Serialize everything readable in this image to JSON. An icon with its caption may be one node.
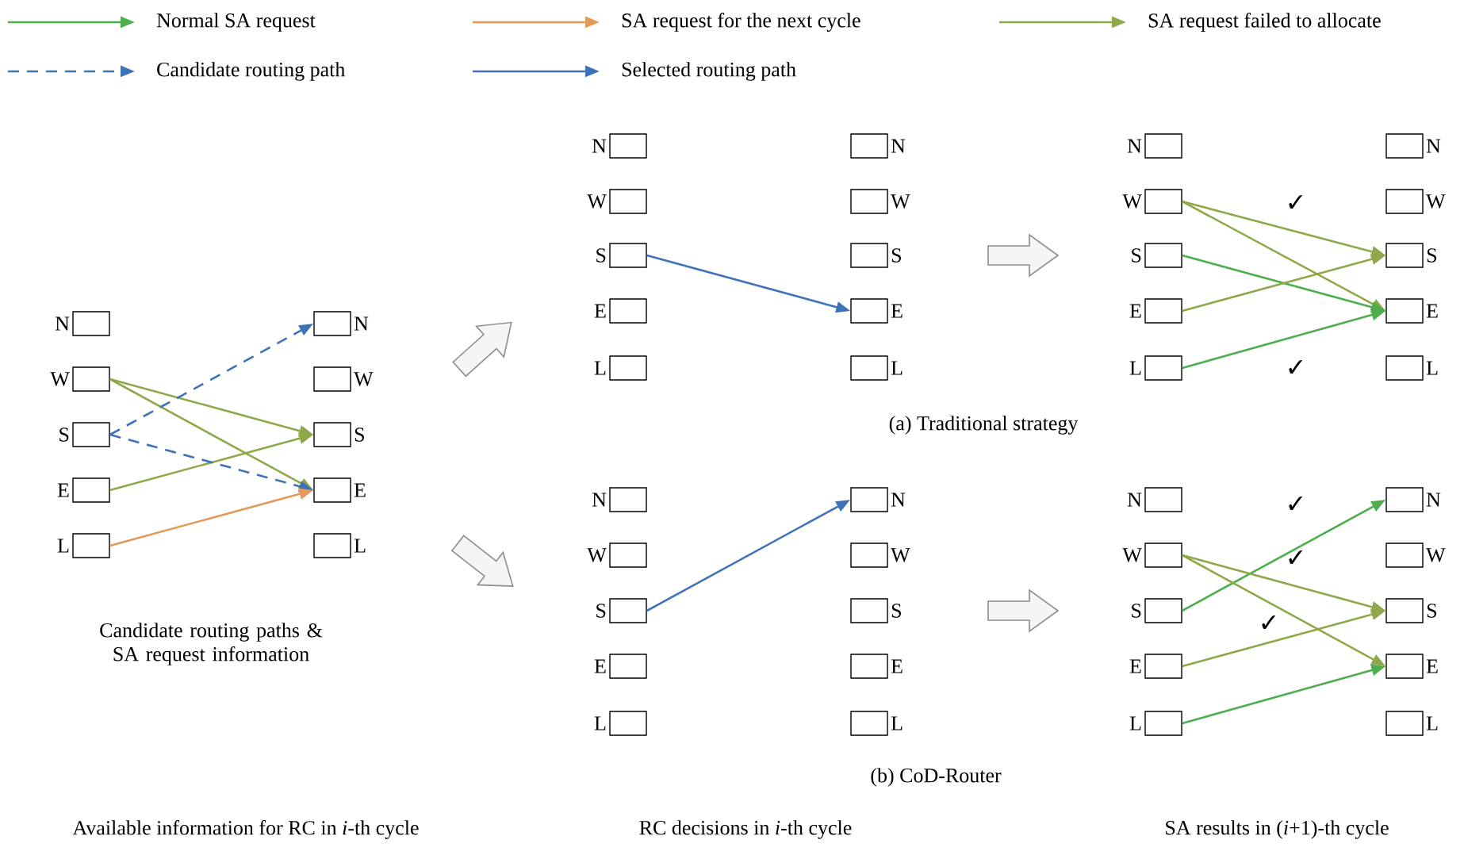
{
  "diagram": {
    "nodes": [
      {
        "text": [
          "N"
        ]
      },
      {
        "text": [
          "W"
        ]
      },
      {
        "text": [
          "S"
        ]
      },
      {
        "text": [
          "E"
        ]
      },
      {
        "text": [
          "L"
        ]
      },
      {
        "text": [
          "N"
        ]
      },
      {
        "text": [
          "W"
        ]
      },
      {
        "text": [
          "S"
        ]
      },
      {
        "text": [
          "E"
        ]
      },
      {
        "text": [
          "L"
        ]
      },
      {
        "text": [
          "N"
        ]
      },
      {
        "text": [
          "W"
        ]
      },
      {
        "text": [
          "S"
        ]
      },
      {
        "text": [
          "E"
        ]
      },
      {
        "text": [
          "L"
        ]
      },
      {
        "text": [
          "N"
        ]
      },
      {
        "text": [
          "W"
        ]
      },
      {
        "text": [
          "S"
        ]
      },
      {
        "text": [
          "E"
        ]
      },
      {
        "text": [
          "L"
        ]
      },
      {
        "text": [
          "N"
        ]
      },
      {
        "text": [
          "W"
        ]
      },
      {
        "text": [
          "S"
        ]
      },
      {
        "text": [
          "E"
        ]
      },
      {
        "text": [
          "L"
        ]
      },
      {
        "text": [
          "N"
        ]
      },
      {
        "text": [
          "W"
        ]
      },
      {
        "text": [
          "S"
        ]
      },
      {
        "text": [
          "E"
        ]
      },
      {
        "text": [
          "L"
        ]
      },
      {
        "text": [
          "N"
        ]
      },
      {
        "text": [
          "W"
        ]
      },
      {
        "text": [
          "S"
        ]
      },
      {
        "text": [
          "E"
        ]
      },
      {
        "text": [
          "L"
        ]
      },
      {
        "text": [
          "N"
        ]
      },
      {
        "text": [
          "W"
        ]
      },
      {
        "text": [
          "S"
        ]
      },
      {
        "text": [
          "E"
        ]
      },
      {
        "text": [
          "L"
        ]
      },
      {
        "text": [
          "N"
        ]
      },
      {
        "text": [
          "W"
        ]
      },
      {
        "text": [
          "S"
        ]
      },
      {
        "text": [
          "E"
        ]
      },
      {
        "text": [
          "L"
        ]
      },
      {
        "text": [
          "N"
        ]
      },
      {
        "text": [
          "W"
        ]
      },
      {
        "text": [
          "S"
        ]
      },
      {
        "text": [
          "E"
        ]
      },
      {
        "text": [
          "L"
        ]
      }
    ],
    "edges": [
      {
        "from": 1,
        "to": 7,
        "arrow": "to",
        "color": "#8fa84a"
      },
      {
        "from": 1,
        "to": 8,
        "arrow": "to",
        "color": "#8fa84a"
      },
      {
        "from": 3,
        "to": 7,
        "arrow": "to",
        "color": "#8fa84a"
      },
      {
        "from": 2,
        "to": 5,
        "arrow": "to",
        "style": "dashed",
        "color": "#3f72b8"
      },
      {
        "from": 2,
        "to": 8,
        "arrow": "to",
        "style": "dashed",
        "color": "#3f72b8"
      },
      {
        "from": 4,
        "to": 8,
        "arrow": "to",
        "color": "#e39a58"
      },
      {
        "from": 12,
        "to": 18,
        "arrow": "to",
        "color": "#3f72b8"
      },
      {
        "from": 21,
        "to": 27,
        "arrow": "to",
        "color": "#8fa84a"
      },
      {
        "from": 21,
        "to": 28,
        "arrow": "to",
        "color": "#8fa84a"
      },
      {
        "from": 22,
        "to": 28,
        "arrow": "to",
        "color": "#4cae4c"
      },
      {
        "from": 23,
        "to": 27,
        "arrow": "to",
        "color": "#8fa84a"
      },
      {
        "from": 24,
        "to": 28,
        "arrow": "to",
        "color": "#4cae4c"
      },
      {
        "from": 32,
        "to": 35,
        "arrow": "to",
        "color": "#3f72b8"
      },
      {
        "from": 42,
        "to": 45,
        "arrow": "to",
        "color": "#4cae4c"
      },
      {
        "from": 41,
        "to": 47,
        "arrow": "to",
        "color": "#8fa84a"
      },
      {
        "from": 41,
        "to": 48,
        "arrow": "to",
        "color": "#8fa84a"
      },
      {
        "from": 43,
        "to": 47,
        "arrow": "to",
        "color": "#8fa84a"
      },
      {
        "from": 44,
        "to": 48,
        "arrow": "to",
        "color": "#4cae4c"
      }
    ],
    "labels": [
      "✓",
      "✓",
      "(a) Traditional strategy",
      "✓",
      "✓",
      "Candidate routing paths & SA request information",
      "✓",
      "(b) CoD-Router",
      "Available information for RC in *i*-th cycle",
      "RC decisions in *i*-th cycle",
      "SA results in (*i*+1)-th cycle"
    ],
    "legend": [
      {
        "text": "Normal SA request"
      },
      {
        "text": "SA request for the next cycle"
      },
      {
        "text": "SA request failed to allocate"
      },
      {
        "text": "Candidate routing path"
      },
      {
        "text": "Selected routing path"
      }
    ]
  }
}
